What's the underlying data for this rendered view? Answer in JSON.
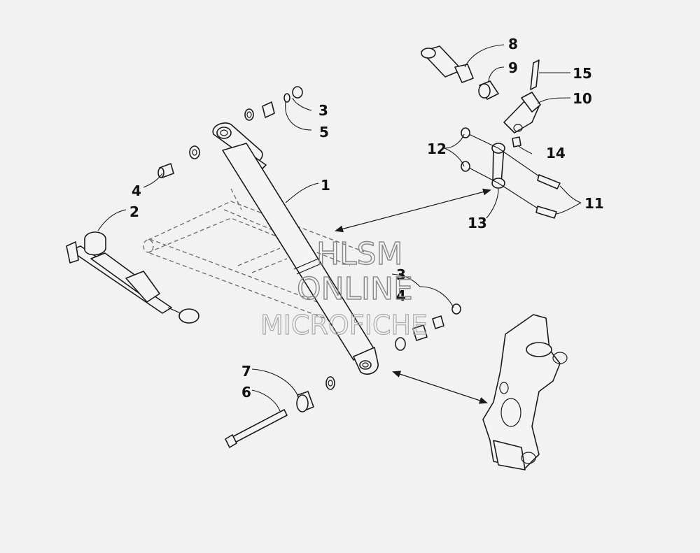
{
  "callouts": [
    {
      "id": "c1",
      "text": "1"
    },
    {
      "id": "c2",
      "text": "2"
    },
    {
      "id": "c3a",
      "text": "3"
    },
    {
      "id": "c3b",
      "text": "3"
    },
    {
      "id": "c4a",
      "text": "4"
    },
    {
      "id": "c4b",
      "text": "4"
    },
    {
      "id": "c5",
      "text": "5"
    },
    {
      "id": "c6",
      "text": "6"
    },
    {
      "id": "c7",
      "text": "7"
    },
    {
      "id": "c8",
      "text": "8"
    },
    {
      "id": "c9",
      "text": "9"
    },
    {
      "id": "c10",
      "text": "10"
    },
    {
      "id": "c11",
      "text": "11"
    },
    {
      "id": "c12",
      "text": "12"
    },
    {
      "id": "c13",
      "text": "13"
    },
    {
      "id": "c14",
      "text": "14"
    },
    {
      "id": "c15",
      "text": "15"
    }
  ],
  "watermark": {
    "line1": "HLSM",
    "line2": "ONLINE",
    "line3": "MICROFICHE"
  }
}
